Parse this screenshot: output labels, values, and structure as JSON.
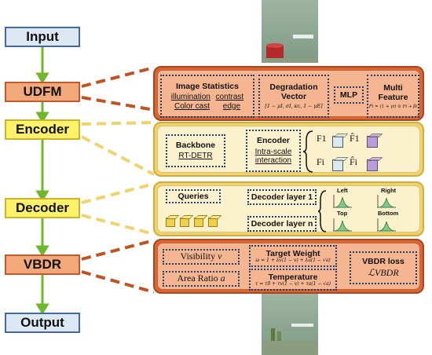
{
  "stages": {
    "input": "Input",
    "udfm": "UDFM",
    "encoder": "Encoder",
    "decoder": "Decoder",
    "vbdr": "VBDR",
    "output": "Output"
  },
  "udfm": {
    "image_statistics": {
      "title": "Image Statistics",
      "items": [
        "illumination",
        "contrast",
        "Color cast",
        "edge"
      ]
    },
    "degradation_vector": {
      "title_line1": "Degradation",
      "title_line2": "Vector",
      "formula": "[1 − μI, σI, κc, 1 − μE]"
    },
    "mlp": "MLP",
    "multi_feature": {
      "title_line1": "Multi",
      "title_line2": "Feature",
      "formula": "F̃i = (1 + γi) ⊙ Fi + βi"
    }
  },
  "encoder": {
    "backbone": {
      "title": "Backbone",
      "sub": "RT-DETR"
    },
    "encoder_box": {
      "title": "Encoder",
      "sub_line1": "Intra-scale",
      "sub_line2": "interaction"
    },
    "features": {
      "f1": "F1",
      "f1_hat": "F̂1",
      "fi": "Fi",
      "fi_hat": "F̂i"
    }
  },
  "decoder": {
    "queries": "Queries",
    "layer1": "Decoder layer 1",
    "layern": "Decoder layer n",
    "directions": [
      "Left",
      "Right",
      "Top",
      "Bottom"
    ]
  },
  "vbdr": {
    "visibility": {
      "label": "Visibility",
      "symbol": "v"
    },
    "area_ratio": {
      "label": "Area Ratio",
      "symbol": "a"
    },
    "target_weight": {
      "title": "Target Weight",
      "formula": "ω = 1 + λv(1 − v) + λa(1 − √a)"
    },
    "temperature": {
      "title": "Temperature",
      "formula": "τ = τ0 + τv(1 − v) + τa(1 − √a)"
    },
    "loss": {
      "title": "VBDR loss",
      "symbol": "ℒVBDR"
    }
  },
  "colors": {
    "arrow": "#6fb82e",
    "connector": "#c0531f",
    "connector_yellow": "#f2d36b",
    "orange_panel": "#dc6531",
    "yellow_panel": "#f2d36b",
    "dotted_border": "#1d3f73"
  }
}
